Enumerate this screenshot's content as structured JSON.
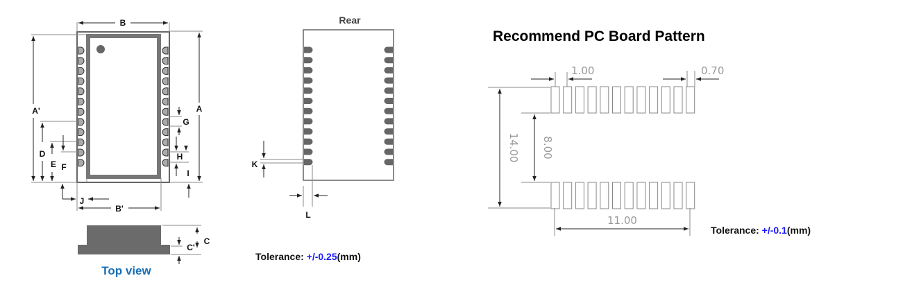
{
  "top_view": {
    "caption": "Top view",
    "caption_color": "#1a6fb5",
    "labels": {
      "B": "B",
      "A": "A",
      "A_prime": "A'",
      "D": "D",
      "E": "E",
      "F": "F",
      "G": "G",
      "H": "H",
      "I": "I",
      "J": "J",
      "B_prime": "B'",
      "C": "C",
      "C_prime": "C'"
    },
    "pad_count_per_side": 12
  },
  "rear_view": {
    "title": "Rear",
    "labels": {
      "K": "K",
      "L": "L"
    },
    "pad_count_per_side": 12,
    "tolerance": {
      "prefix": "Tolerance: ",
      "value": "+/-0.25",
      "suffix": "(mm)"
    }
  },
  "pcb_pattern": {
    "title": "Recommend PC Board Pattern",
    "dims": {
      "pad_pitch": "1.00",
      "pad_width": "0.70",
      "outer_height": "14.00",
      "inner_gap": "8.00",
      "total_width": "11.00"
    },
    "pad_count_per_row": 12,
    "tolerance": {
      "prefix": "Tolerance: ",
      "value": "+/-0.1",
      "suffix": "(mm)"
    }
  },
  "colors": {
    "accent_blue": "#1a1aff",
    "pad_gray": "#666666"
  }
}
